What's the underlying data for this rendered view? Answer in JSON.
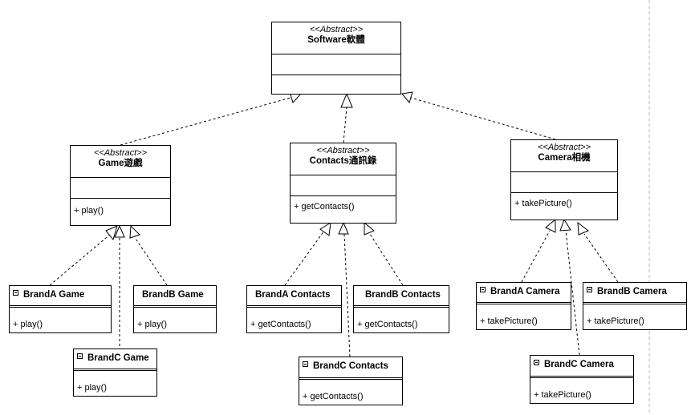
{
  "diagram": {
    "abstract_stereotype": "<<Abstract>>",
    "software": {
      "name": "Software軟體"
    },
    "game": {
      "name": "Game遊戲",
      "op": "+ play()"
    },
    "contacts": {
      "name": "Contacts通訊錄",
      "op": "+ getContacts()"
    },
    "camera": {
      "name": "Camera相機",
      "op": "+ takePicture()"
    },
    "brand_games": [
      {
        "name": "BrandA Game",
        "op": "+ play()"
      },
      {
        "name": "BrandB Game",
        "op": "+ play()"
      },
      {
        "name": "BrandC Game",
        "op": "+ play()"
      }
    ],
    "brand_contacts": [
      {
        "name": "BrandA Contacts",
        "op": "+ getContacts()"
      },
      {
        "name": "BrandB Contacts",
        "op": "+ getContacts()"
      },
      {
        "name": "BrandC Contacts",
        "op": "+ getContacts()"
      }
    ],
    "brand_cameras": [
      {
        "name": "BrandA Camera",
        "op": "+ takePicture()"
      },
      {
        "name": "BrandB Camera",
        "op": "+ takePicture()"
      },
      {
        "name": "BrandC Camera",
        "op": "+ takePicture()"
      }
    ]
  }
}
